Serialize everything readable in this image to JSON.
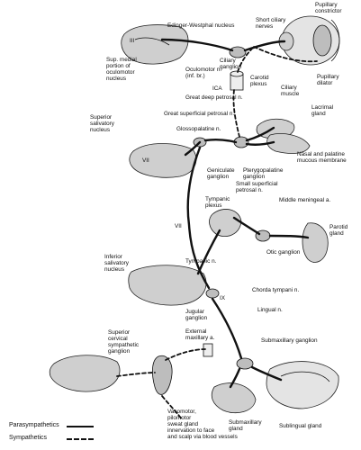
{
  "labels": {
    "pupillary_constrictor": "Pupillary\nconstrictor",
    "edinger_westphal": "Edinger-Westphal nucleus",
    "short_ciliary": "Short ciliary\nnerves",
    "roman_III": "III",
    "sup_medial": "Sup. medial\nportion of\noculomotor\nnucleus",
    "ciliary_ganglion": "Ciliary\nganglion",
    "oculomotor_n": "Oculomotor n.\n(inf. br.)",
    "carotid_plexus": "Carotid\nplexus",
    "ica": "ICA",
    "pupillary_dilator": "Pupillary\ndilator",
    "ciliary_muscle": "Ciliary\nmuscle",
    "great_deep_petrosal": "Great deep petrosal n.",
    "lacrimal_gland": "Lacrimal\ngland",
    "superior_salivatory": "Superior\nsalivatory\nnucleus",
    "great_superficial_petrosal": "Great superficial petrosal n.",
    "glossopalatine": "Glossopalatine n.",
    "roman_VII_top": "VII",
    "nasal_palatine": "Nasal and palatine\nmucous membrane",
    "geniculate_ganglion": "Geniculate\nganglion",
    "pterygopalatine_ganglion": "Pterygopalatine\nganglion",
    "small_superficial_petrosal": "Small superficial\npetrosal n.",
    "tympanic_plexus": "Tympanic\nplexus",
    "middle_meningeal": "Middle meningeal a.",
    "roman_VII_mid": "VII",
    "parotid_gland": "Parotid\ngland",
    "otic_ganglion": "Otic ganglion",
    "inferior_salivatory": "Inferior\nsalivatory\nnucleus",
    "tympanic_n": "Tympanic n.",
    "roman_IX": "IX",
    "chorda_tympani": "Chorda tympani n.",
    "jugular_ganglion": "Jugular\nganglion",
    "lingual_n": "Lingual n.",
    "external_maxillary": "External\nmaxillary a.",
    "superior_cervical": "Superior\ncervical\nsympathetic\nganglion",
    "submaxillary_ganglion": "Submaxillary ganglion",
    "vasomotor": "Vasomotor,\npilomotor\nsweat gland\ninnervation to face\nand scalp via blood vessels",
    "submaxillary_gland": "Submaxillary\ngland",
    "sublingual_gland": "Sublingual gland"
  },
  "legend": {
    "parasympathetics": "Parasympathetics",
    "sympathetics": "Sympathetics"
  }
}
